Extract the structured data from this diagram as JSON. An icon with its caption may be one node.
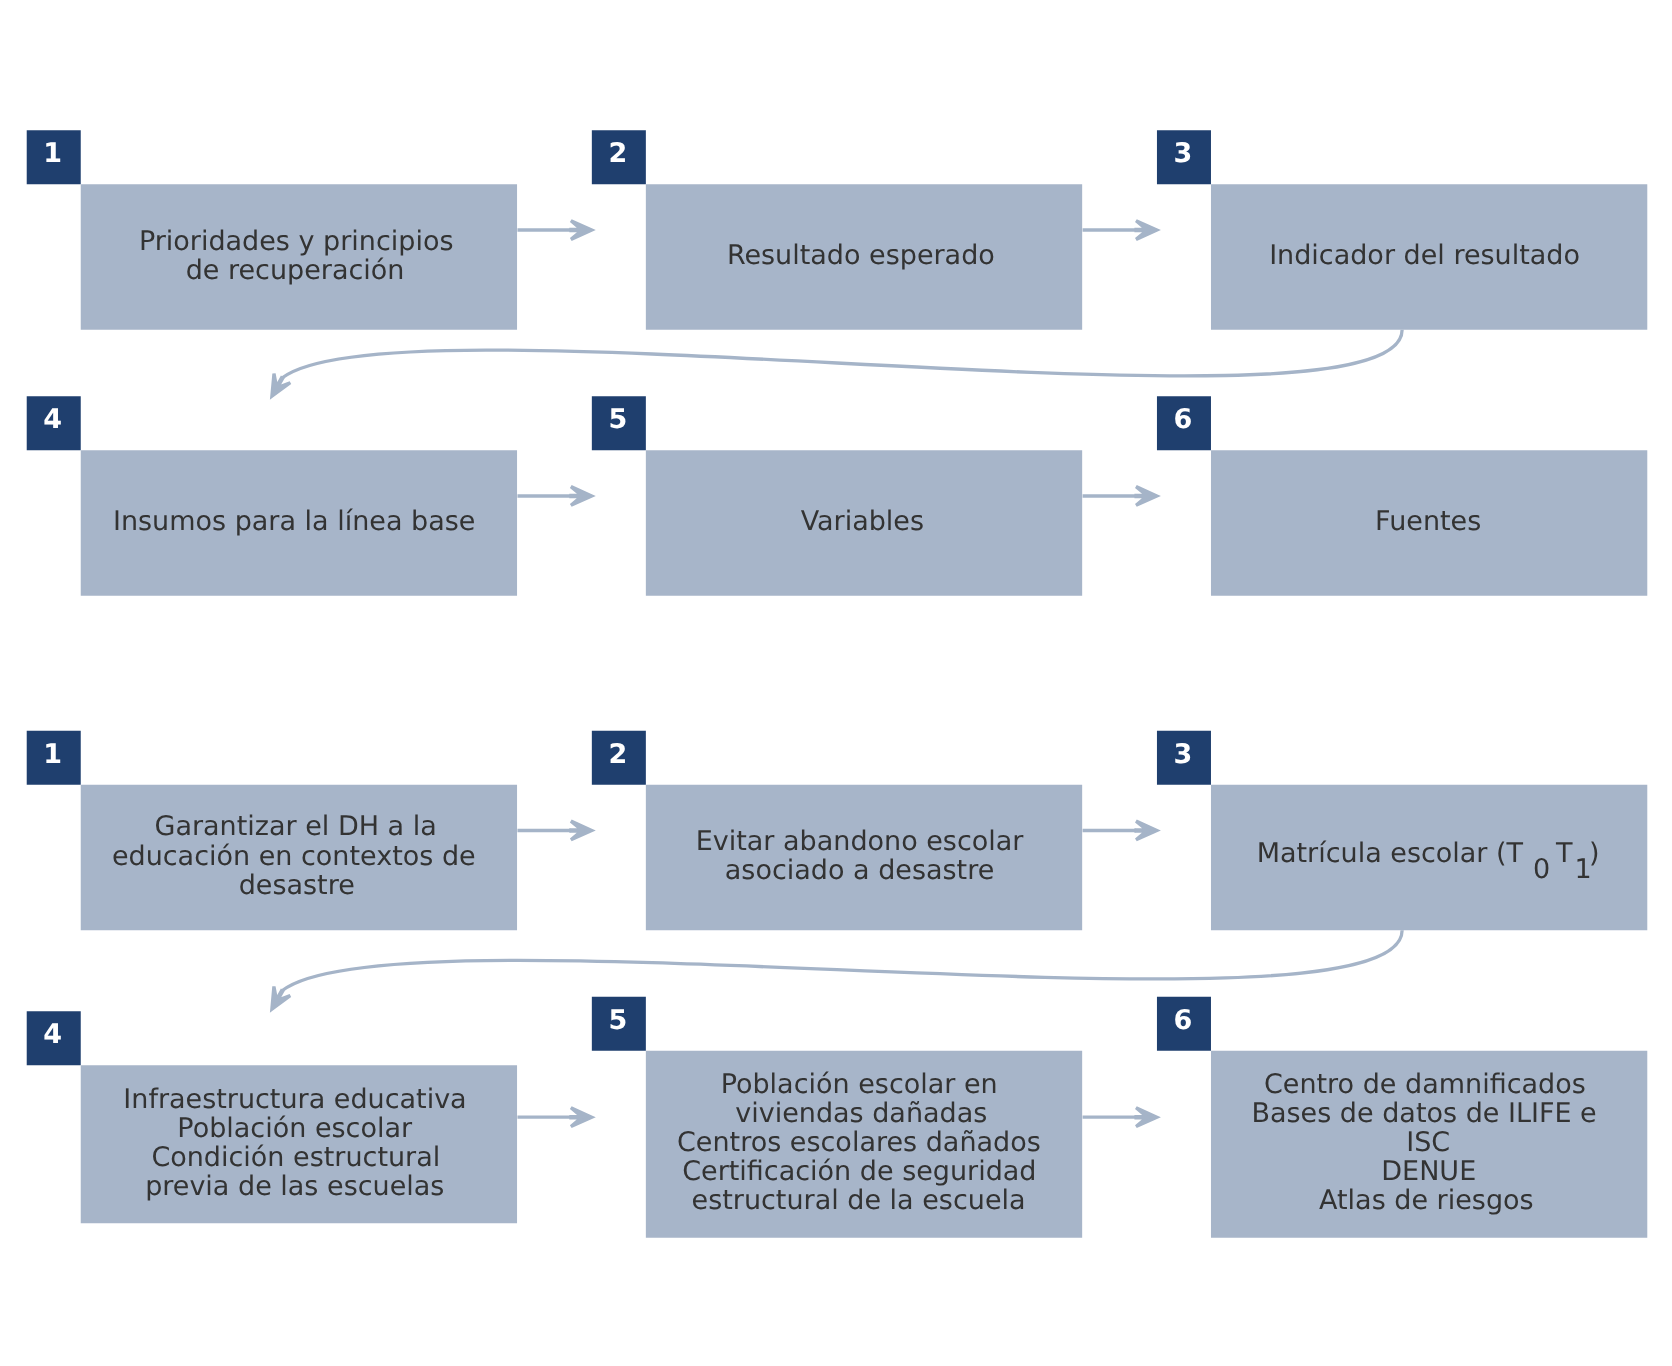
{
  "diagram": {
    "nodes": [
      {
        "text": [
          "Prioridades y principios de recuperación"
        ],
        "beside": [
          "1"
        ]
      },
      {
        "text": [
          "Resultado esperado"
        ],
        "beside": [
          "2"
        ]
      },
      {
        "text": [
          "Indicador del resultado"
        ],
        "beside": [
          "3"
        ]
      },
      {
        "text": [
          "Insumos para la línea base"
        ],
        "beside": [
          "4"
        ]
      },
      {
        "text": [
          "Variables"
        ],
        "beside": [
          "5"
        ]
      },
      {
        "text": [
          "Fuentes"
        ],
        "beside": [
          "6"
        ]
      },
      {
        "text": [
          "Garantizar el DH a la educación en contextos de desastre"
        ],
        "beside": [
          "1"
        ]
      },
      {
        "text": [
          "Evitar abandono escolar asociado a desastre"
        ],
        "beside": [
          "2"
        ]
      },
      {
        "text": [
          "Matrícula escolar (T$_{0}$ T$_{1}$)"
        ],
        "beside": [
          "3"
        ]
      },
      {
        "text": [
          "Infraestructura educativa",
          "Población escolar",
          "Condición estructural previa de las escuelas"
        ],
        "beside": [
          "4"
        ]
      },
      {
        "text": [
          "Población escolar en viviendas dañadas",
          "Centros escolares dañados",
          "Certificación de seguridad estructural de la escuela"
        ],
        "beside": [
          "5"
        ]
      },
      {
        "text": [
          "Centro de damnificados",
          "Bases de datos de ILIFE e ISC",
          "DENUE",
          "Atlas de riesgos"
        ],
        "beside": [
          "6"
        ]
      }
    ],
    "edges": [
      {
        "from": 0,
        "to": 1,
        "arrow": "to"
      },
      {
        "from": 1,
        "to": 2,
        "arrow": "to"
      },
      {
        "from": 2,
        "to": 3,
        "arrow": "to"
      },
      {
        "from": 3,
        "to": 4,
        "arrow": "to"
      },
      {
        "from": 4,
        "to": 5,
        "arrow": "to"
      },
      {
        "from": 6,
        "to": 7,
        "arrow": "to"
      },
      {
        "from": 7,
        "to": 8,
        "arrow": "to"
      },
      {
        "from": 8,
        "to": 9,
        "arrow": "to"
      },
      {
        "from": 9,
        "to": 10,
        "arrow": "to"
      },
      {
        "from": 10,
        "to": 11,
        "arrow": "to"
      }
    ]
  }
}
